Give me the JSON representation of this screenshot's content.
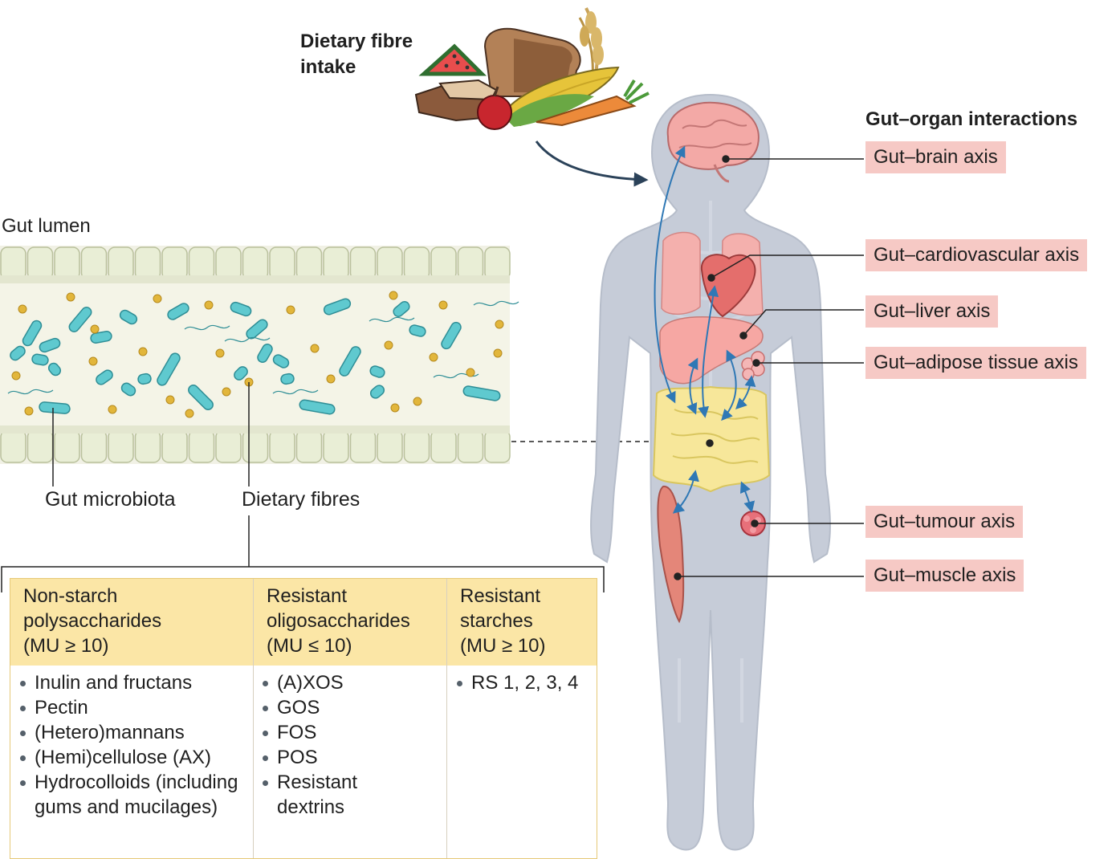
{
  "intake": {
    "title_line1": "Dietary fibre",
    "title_line2": "intake"
  },
  "interactions": {
    "title": "Gut–organ interactions",
    "axes": [
      {
        "id": "brain",
        "label": "Gut–brain axis"
      },
      {
        "id": "cardio",
        "label": "Gut–cardiovascular axis"
      },
      {
        "id": "liver",
        "label": "Gut–liver axis"
      },
      {
        "id": "adipose",
        "label": "Gut–adipose tissue axis"
      },
      {
        "id": "tumour",
        "label": "Gut–tumour axis"
      },
      {
        "id": "muscle",
        "label": "Gut–muscle axis"
      }
    ]
  },
  "gut": {
    "lumen_label": "Gut lumen",
    "microbiota_label": "Gut microbiota",
    "fibres_label": "Dietary fibres"
  },
  "fibre_types": [
    {
      "head": [
        "Non-starch",
        "polysaccharides",
        "(MU ≥ 10)"
      ],
      "items": [
        "Inulin and fructans",
        "Pectin",
        "(Hetero)mannans",
        "(Hemi)cellulose (AX)",
        "Hydrocolloids (including gums and mucilages)"
      ]
    },
    {
      "head": [
        "Resistant",
        "oligosaccharides",
        "(MU ≤ 10)"
      ],
      "items": [
        "(A)XOS",
        "GOS",
        "FOS",
        "POS",
        "Resistant dextrins"
      ]
    },
    {
      "head": [
        "Resistant",
        "starches",
        "(MU ≥ 10)"
      ],
      "items": [
        "RS 1, 2, 3, 4"
      ]
    }
  ],
  "colors": {
    "axis_label_bg": "#f6c9c5",
    "table_header_bg": "#fbe6a6",
    "arrow": "#2f78b5",
    "bacteria": "#5fc9cf",
    "fibre_dot": "#e2b63b",
    "body": "#c6ccd8"
  }
}
